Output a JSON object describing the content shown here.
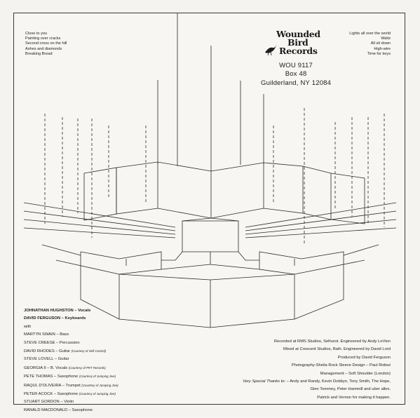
{
  "label": {
    "name": "Wounded Bird Records",
    "logo_lines": [
      "Wounded",
      "Bird",
      "Records"
    ],
    "catalog": "WOU 9117",
    "address_lines": [
      "Box 48",
      "Guilderland, NY 12084"
    ]
  },
  "tracklist_left": [
    "Close to you",
    "Painting over cracks",
    "Second cross on the hill",
    "Ashes and diamonds",
    "Breaking Bread"
  ],
  "tracklist_right": [
    "Lights all over the world",
    "Waltz",
    "All sit down",
    "High-wire",
    "Time for keys"
  ],
  "personnel": {
    "leads": [
      "JOHNATHAN HUGHSTON – Vocals",
      "DAVID FERGUSON – Keyboards"
    ],
    "with_label": "with",
    "members": [
      {
        "text": "MARTYN SWAIN – Bass",
        "note": ""
      },
      {
        "text": "STEVE CREESE – Percussion",
        "note": ""
      },
      {
        "text": "DAVID RHODES – Guitar",
        "note": "(Courtesy of Self Control)"
      },
      {
        "text": "STEVE LOVELL – Guitar",
        "note": ""
      },
      {
        "text": "GEORGIA II – B. Vocals",
        "note": "(Courtesy of PRT Records)"
      },
      {
        "text": "PETE THOMAS – Saxophone",
        "note": "(Courtesy of Jumping Jive)"
      },
      {
        "text": "RAQUL D'OLIVEIRA – Trumpet",
        "note": "(Courtesy of Jumping Jive)"
      },
      {
        "text": "PETER ACOCK – Saxophone",
        "note": "(Courtesy of Jumping Jive)"
      },
      {
        "text": "STUART GORDON – Violin",
        "note": ""
      },
      {
        "text": "RANALD MACDONALD – Saxophone",
        "note": ""
      }
    ]
  },
  "recording": {
    "lines": [
      "Recorded at RMS Studios, Selhurst. Engineered by Andy LeVien",
      "Mixed at Crescent Studios, Bath. Engineered by David Lord",
      "Produced by David Ferguson",
      "Photography-Sheila Rock    Sleeve Design – Paul Ridout",
      "Management – Soft Shoulder (London)"
    ],
    "thanks_label": "Very Special Thanks to:",
    "thanks_lines": [
      "– Andy and Randy, Kevin Dobbyn, Tony Smith, The Hope,",
      "Glen Tommey, Peter Hammill and uber alles.",
      "Patrick and Vernon for making it happen."
    ]
  },
  "colors": {
    "paper": "#f7f6f3",
    "ink": "#1d1d1d"
  }
}
